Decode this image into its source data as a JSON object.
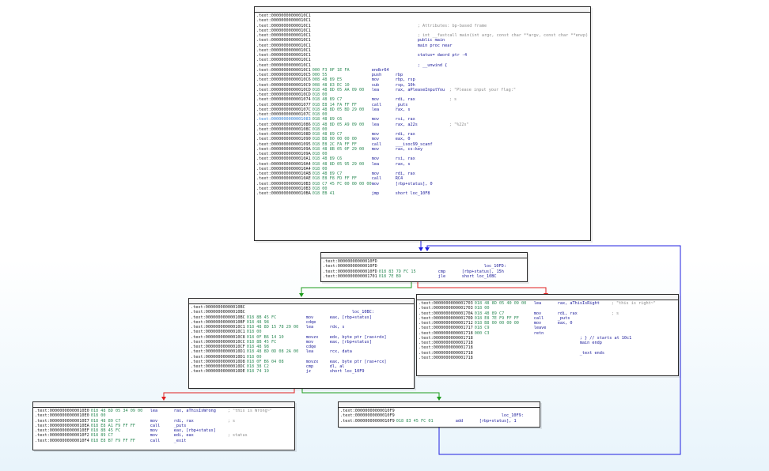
{
  "app": {
    "title": "IDA View - main (graph)"
  },
  "colors": {
    "edge_true": "#1e9c1e",
    "edge_false": "#e02020",
    "edge_uncond": "#2020e0",
    "bytes": "#2e8b57"
  },
  "nodes": [
    {
      "id": "entry",
      "lines": [
        {
          "a": ".text:00000000000010C1",
          "t": ""
        },
        {
          "a": ".text:00000000000010C1",
          "t": ""
        },
        {
          "a": ".text:00000000000010C1",
          "t": "; Attributes: bp-based frame"
        },
        {
          "a": ".text:00000000000010C1",
          "t": ""
        },
        {
          "a": ".text:00000000000010C1",
          "t": "; int __fastcall main(int argc, const char **argv, const char **envp)"
        },
        {
          "a": ".text:00000000000010C1",
          "t": "public main",
          "code": true
        },
        {
          "a": ".text:00000000000010C1",
          "t": "main proc near",
          "code": true
        },
        {
          "a": ".text:00000000000010C1",
          "t": ""
        },
        {
          "a": ".text:00000000000010C1",
          "t": "status= dword ptr -4",
          "code": true
        },
        {
          "a": ".text:00000000000010C1",
          "t": ""
        },
        {
          "a": ".text:00000000000010C1",
          "t": "; __unwind {",
          "code": true
        },
        {
          "a": ".text:00000000000010C1",
          "b": "000 F3 0F 1E FA",
          "m": "endbr64",
          "o": ""
        },
        {
          "a": ".text:00000000000010C5",
          "b": "000 55",
          "m": "push",
          "o": "rbp"
        },
        {
          "a": ".text:00000000000010C6",
          "b": "008 48 89 E5",
          "m": "mov",
          "o": "rbp, rsp"
        },
        {
          "a": ".text:00000000000010C9",
          "b": "008 48 83 EC 10",
          "m": "sub",
          "o": "rsp, 10h"
        },
        {
          "a": ".text:00000000000010CD",
          "b": "018 48 8D 05 AA 09 00",
          "m": "lea",
          "o": "rax, aPleaseInputYou",
          "c": "; \"Please input your flag:\""
        },
        {
          "a": ".text:00000000000010CD",
          "b": "018 00",
          "m": "",
          "o": ""
        },
        {
          "a": ".text:0000000000001074",
          "b": "018 48 89 C7",
          "m": "mov",
          "o": "rdi, rax",
          "c": "; s"
        },
        {
          "a": ".text:0000000000001077",
          "b": "018 E8 14 FA FF FF",
          "m": "call",
          "o": "_puts"
        },
        {
          "a": ".text:000000000000107C",
          "b": "018 48 8D 05 BD 29 00",
          "m": "lea",
          "o": "rax, s"
        },
        {
          "a": ".text:000000000000107C",
          "b": "018 00",
          "m": "",
          "o": ""
        },
        {
          "a": ".text:0000000000001083",
          "b": "018 48 89 C6",
          "m": "mov",
          "o": "rsi, rax",
          "sel": true
        },
        {
          "a": ".text:0000000000001086",
          "b": "018 48 8D 05 A9 09 00",
          "m": "lea",
          "o": "rax, a22s",
          "c": "; \"%22s\""
        },
        {
          "a": ".text:000000000000108C",
          "b": "018 00",
          "m": "",
          "o": ""
        },
        {
          "a": ".text:000000000000108D",
          "b": "018 48 89 C7",
          "m": "mov",
          "o": "rdi, rax"
        },
        {
          "a": ".text:0000000000001090",
          "b": "018 B8 00 00 00 00",
          "m": "mov",
          "o": "eax, 0"
        },
        {
          "a": ".text:0000000000001095",
          "b": "018 E8 2C FA FF FF",
          "m": "call",
          "o": "___isoc99_scanf"
        },
        {
          "a": ".text:000000000000109A",
          "b": "018 48 8B 05 0F 29 00",
          "m": "mov",
          "o": "rax, cs:key"
        },
        {
          "a": ".text:000000000000109A",
          "b": "018 00",
          "m": "",
          "o": ""
        },
        {
          "a": ".text:00000000000010A1",
          "b": "018 48 89 C6",
          "m": "mov",
          "o": "rsi, rax"
        },
        {
          "a": ".text:00000000000010A4",
          "b": "018 48 8D 05 95 29 00",
          "m": "lea",
          "o": "rax, s"
        },
        {
          "a": ".text:00000000000010A4",
          "b": "018 00",
          "m": "",
          "o": ""
        },
        {
          "a": ".text:00000000000010AB",
          "b": "018 48 89 C7",
          "m": "mov",
          "o": "rdi, rax"
        },
        {
          "a": ".text:00000000000010AE",
          "b": "018 E8 F8 FD FF FF",
          "m": "call",
          "o": "RC4"
        },
        {
          "a": ".text:00000000000010B3",
          "b": "018 C7 45 FC 00 00 00 00",
          "m": "mov",
          "o": "[rbp+status], 0"
        },
        {
          "a": ".text:00000000000010B3",
          "b": "018 00",
          "m": "",
          "o": ""
        },
        {
          "a": ".text:00000000000010BA",
          "b": "018 EB 41",
          "m": "jmp",
          "o": "short loc_10F8"
        }
      ]
    },
    {
      "id": "loop_head",
      "lines": [
        {
          "a": ".text:00000000000010FD",
          "t": ""
        },
        {
          "a": ".text:00000000000010FD",
          "t": "loc_10FD:",
          "code": true
        },
        {
          "a": ".text:00000000000010FD",
          "b": "018 83 7D FC 15",
          "m": "cmp",
          "o": "[rbp+status], 15h"
        },
        {
          "a": ".text:0000000000001701",
          "b": "018 7E B9",
          "m": "jle",
          "o": "short loc_10BC"
        }
      ]
    },
    {
      "id": "loop_body",
      "lines": [
        {
          "a": ".text:00000000000010BC",
          "t": ""
        },
        {
          "a": ".text:00000000000010BC",
          "t": "loc_10BC:",
          "code": true
        },
        {
          "a": ".text:00000000000010BC",
          "b": "018 8B 45 FC",
          "m": "mov",
          "o": "eax, [rbp+status]"
        },
        {
          "a": ".text:00000000000010BF",
          "b": "018 48 98",
          "m": "cdqe",
          "o": ""
        },
        {
          "a": ".text:00000000000010C1",
          "b": "018 48 8D 15 78 29 00",
          "m": "lea",
          "o": "rdx, s"
        },
        {
          "a": ".text:00000000000010C1",
          "b": "018 00",
          "m": "",
          "o": ""
        },
        {
          "a": ".text:00000000000010C8",
          "b": "018 0F B6 14 10",
          "m": "movzx",
          "o": "edx, byte ptr [rax+rdx]"
        },
        {
          "a": ".text:00000000000010CC",
          "b": "018 8B 45 FC",
          "m": "mov",
          "o": "eax, [rbp+status]"
        },
        {
          "a": ".text:00000000000010CF",
          "b": "018 48 98",
          "m": "cdqe",
          "o": ""
        },
        {
          "a": ".text:00000000000010D1",
          "b": "018 48 8D 0D 08 2A 00",
          "m": "lea",
          "o": "rcx, data"
        },
        {
          "a": ".text:00000000000010D1",
          "b": "018 00",
          "m": "",
          "o": ""
        },
        {
          "a": ".text:00000000000010D8",
          "b": "018 0F B6 04 08",
          "m": "movzx",
          "o": "eax, byte ptr [rax+rcx]"
        },
        {
          "a": ".text:00000000000010DC",
          "b": "018 38 C2",
          "m": "cmp",
          "o": "dl, al"
        },
        {
          "a": ".text:00000000000010DE",
          "b": "018 74 19",
          "m": "jz",
          "o": "short loc_10F9"
        }
      ]
    },
    {
      "id": "right_ok",
      "lines": [
        {
          "a": ".text:0000000000001703",
          "b": "018 48 8D 05 40 09 00",
          "m": "lea",
          "o": "rax, aThisIsRight",
          "c": "; \"this is right~\""
        },
        {
          "a": ".text:0000000000001703",
          "b": "018 00",
          "m": "",
          "o": ""
        },
        {
          "a": ".text:000000000000170A",
          "b": "018 48 89 C7",
          "m": "mov",
          "o": "rdi, rax",
          "c": "; s"
        },
        {
          "a": ".text:000000000000170D",
          "b": "018 E8 7E F9 FF FF",
          "m": "call",
          "o": "_puts"
        },
        {
          "a": ".text:0000000000001712",
          "b": "018 B8 00 00 00 00",
          "m": "mov",
          "o": "eax, 0"
        },
        {
          "a": ".text:0000000000001717",
          "b": "018 C9",
          "m": "leave",
          "o": ""
        },
        {
          "a": ".text:0000000000001718",
          "b": "000 C3",
          "m": "retn",
          "o": ""
        },
        {
          "a": ".text:0000000000001718",
          "t": "; } // starts at 10c1",
          "code": true
        },
        {
          "a": ".text:0000000000001718",
          "t": "main endp",
          "code": true
        },
        {
          "a": ".text:0000000000001718",
          "t": ""
        },
        {
          "a": ".text:0000000000001718",
          "t": "_text ends",
          "code": true
        },
        {
          "a": ".text:0000000000001718",
          "t": ""
        }
      ]
    },
    {
      "id": "wrong",
      "lines": [
        {
          "a": ".text:00000000000010E0",
          "b": "018 48 8D 05 34 09 00",
          "m": "lea",
          "o": "rax, aThisIsWrong",
          "c": "; \"this is Wrong~\""
        },
        {
          "a": ".text:00000000000010E0",
          "b": "018 00",
          "m": "",
          "o": ""
        },
        {
          "a": ".text:00000000000010E7",
          "b": "018 48 89 C7",
          "m": "mov",
          "o": "rdi, rax",
          "c": "; s"
        },
        {
          "a": ".text:00000000000010EA",
          "b": "018 E8 A1 F9 FF FF",
          "m": "call",
          "o": "_puts"
        },
        {
          "a": ".text:00000000000010EF",
          "b": "018 8B 45 FC",
          "m": "mov",
          "o": "eax, [rbp+status]"
        },
        {
          "a": ".text:00000000000010F2",
          "b": "018 89 C7",
          "m": "mov",
          "o": "edi, eax",
          "c": "; status"
        },
        {
          "a": ".text:00000000000010F4",
          "b": "018 E8 B7 F9 FF FF",
          "m": "call",
          "o": "_exit"
        }
      ]
    },
    {
      "id": "inc",
      "lines": [
        {
          "a": ".text:00000000000010F9",
          "t": ""
        },
        {
          "a": ".text:00000000000010F9",
          "t": "loc_10F9:",
          "code": true
        },
        {
          "a": ".text:00000000000010F9",
          "b": "018 83 45 FC 01",
          "m": "add",
          "o": "[rbp+status], 1"
        }
      ]
    }
  ]
}
